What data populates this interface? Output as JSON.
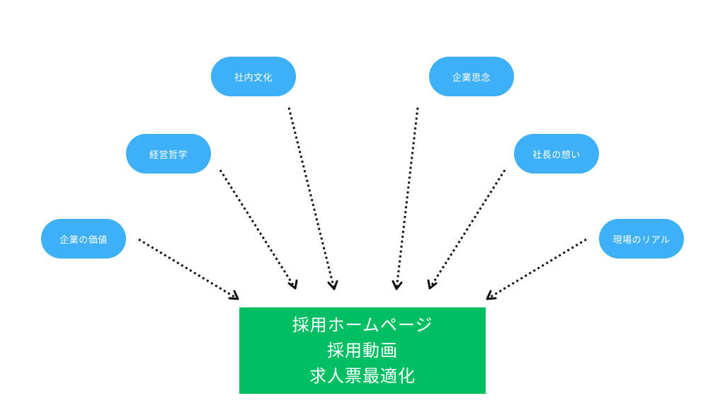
{
  "sources": {
    "shanai_bunka": "社内文化",
    "kigyo_rinen": "企業思念",
    "keiei_tetsugaku": "経営哲学",
    "shacho_omoi": "社長の想い",
    "kigyo_kachi": "企業の価値",
    "genba_real": "現場のリアル"
  },
  "target": {
    "line1": "採用ホームページ",
    "line2": "採用動画",
    "line3": "求人票最適化"
  },
  "colors": {
    "source_fill": "#3eb0f7",
    "target_fill": "#00bf63",
    "arrow": "#111111",
    "text": "#ffffff"
  }
}
